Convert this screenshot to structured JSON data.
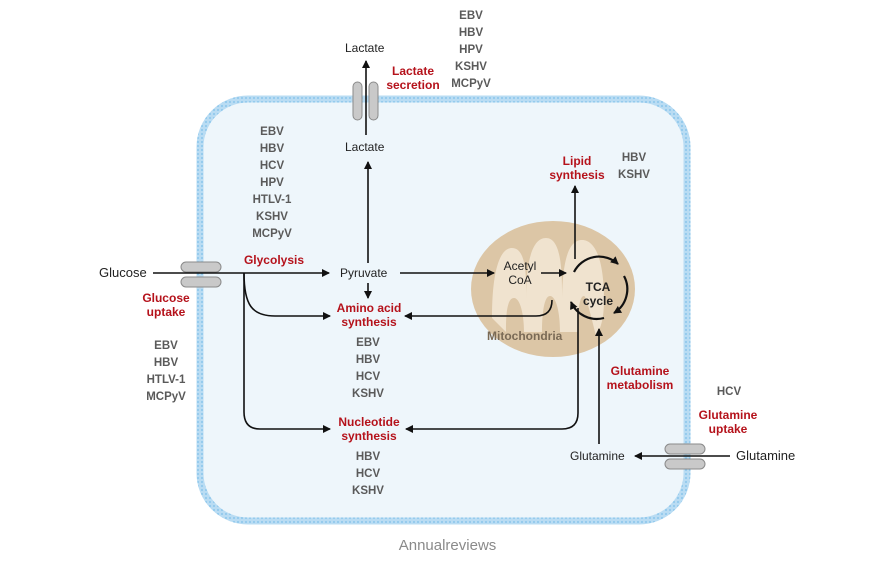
{
  "metabolites": {
    "glucose_out": "Glucose",
    "pyruvate": "Pyruvate",
    "lactate_in": "Lactate",
    "lactate_out": "Lactate",
    "acetyl_coa": "Acetyl\nCoA",
    "glutamine_in": "Glutamine",
    "glutamine_out": "Glutamine",
    "tca": "TCA\ncycle",
    "mitochondria": "Mitochondria"
  },
  "processes": {
    "glucose_uptake": "Glucose\nuptake",
    "glycolysis": "Glycolysis",
    "lactate_secretion": "Lactate\nsecretion",
    "lipid_synthesis": "Lipid\nsynthesis",
    "amino_acid_synthesis": "Amino acid\nsynthesis",
    "nucleotide_synthesis": "Nucleotide\nsynthesis",
    "glutamine_metabolism": "Glutamine\nmetabolism",
    "glutamine_uptake": "Glutamine\nuptake"
  },
  "viruses": {
    "lactate_secretion": [
      "EBV",
      "HBV",
      "HPV",
      "KSHV",
      "MCPyV"
    ],
    "glycolysis": [
      "EBV",
      "HBV",
      "HCV",
      "HPV",
      "HTLV-1",
      "KSHV",
      "MCPyV"
    ],
    "glucose_uptake": [
      "EBV",
      "HBV",
      "HTLV-1",
      "MCPyV"
    ],
    "lipid_synthesis": [
      "HBV",
      "KSHV"
    ],
    "amino_acid_synthesis": [
      "EBV",
      "HBV",
      "HCV",
      "KSHV"
    ],
    "nucleotide_synthesis": [
      "HBV",
      "HCV",
      "KSHV"
    ],
    "glutamine_uptake": [
      "HCV"
    ]
  },
  "credit": "Annualreviews",
  "colors": {
    "cell_fill": "#eef6fb",
    "membrane": "#9ecfee",
    "mito": "#dcc6a6",
    "process_red": "#b5121b",
    "virus_gray": "#5a5a5a"
  }
}
